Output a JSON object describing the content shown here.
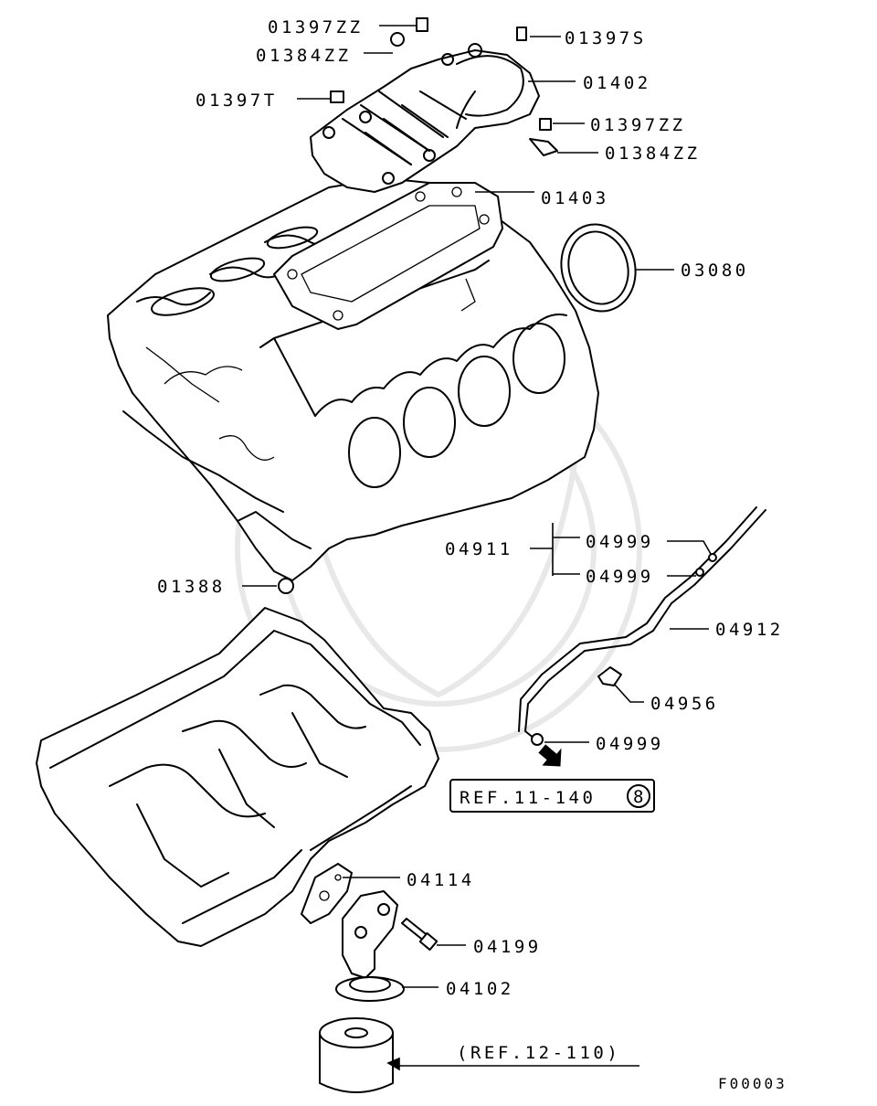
{
  "labels": {
    "p01397zz_top": "01397ZZ",
    "p01384zz_top": "01384ZZ",
    "p01397s": "01397S",
    "p01402": "01402",
    "p01397t": "01397T",
    "p01397zz_right": "01397ZZ",
    "p01384zz_right": "01384ZZ",
    "p01403": "01403",
    "p03080": "03080",
    "p04911": "04911",
    "p04999_a": "04999",
    "p04999_b": "04999",
    "p01388": "01388",
    "p04912": "04912",
    "p04956": "04956",
    "p04999_c": "04999",
    "ref_11_140": "REF.11-140",
    "ref_11_140_circle": "8",
    "p04114": "04114",
    "p04199": "04199",
    "p04102": "04102",
    "ref_12_110": "(REF.12-110)",
    "figure_id": "F00003"
  },
  "colors": {
    "ink": "#000000",
    "paper": "#ffffff",
    "watermark": "#e8e8e8"
  }
}
